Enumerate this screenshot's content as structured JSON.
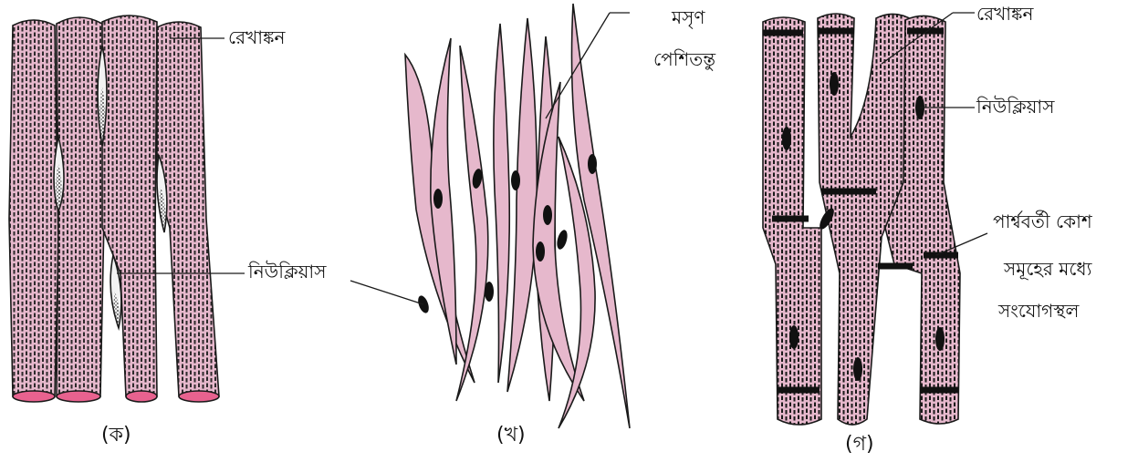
{
  "panels": [
    {
      "caption": "(ক)",
      "labels": {
        "striation": "রেখাঙ্কন",
        "nucleus": "নিউক্লিয়াস"
      }
    },
    {
      "caption": "(খ)",
      "labels": {
        "smooth_muscle_line1": "মসৃণ",
        "smooth_muscle_line2": "পেশিতন্তু"
      }
    },
    {
      "caption": "(গ)",
      "labels": {
        "striation": "রেখাঙ্কন",
        "nucleus": "নিউক্লিয়াস",
        "junction_line1": "পার্শ্ববর্তী কোশ",
        "junction_line2": "সমূহের মধ্যে",
        "junction_line3": "সংযোগস্থল"
      }
    }
  ],
  "colors": {
    "cell_fill": "#e6b8cc",
    "cell_outline": "#1a1a1a",
    "nucleus": "#111111",
    "cut_end": "#e8628f"
  }
}
